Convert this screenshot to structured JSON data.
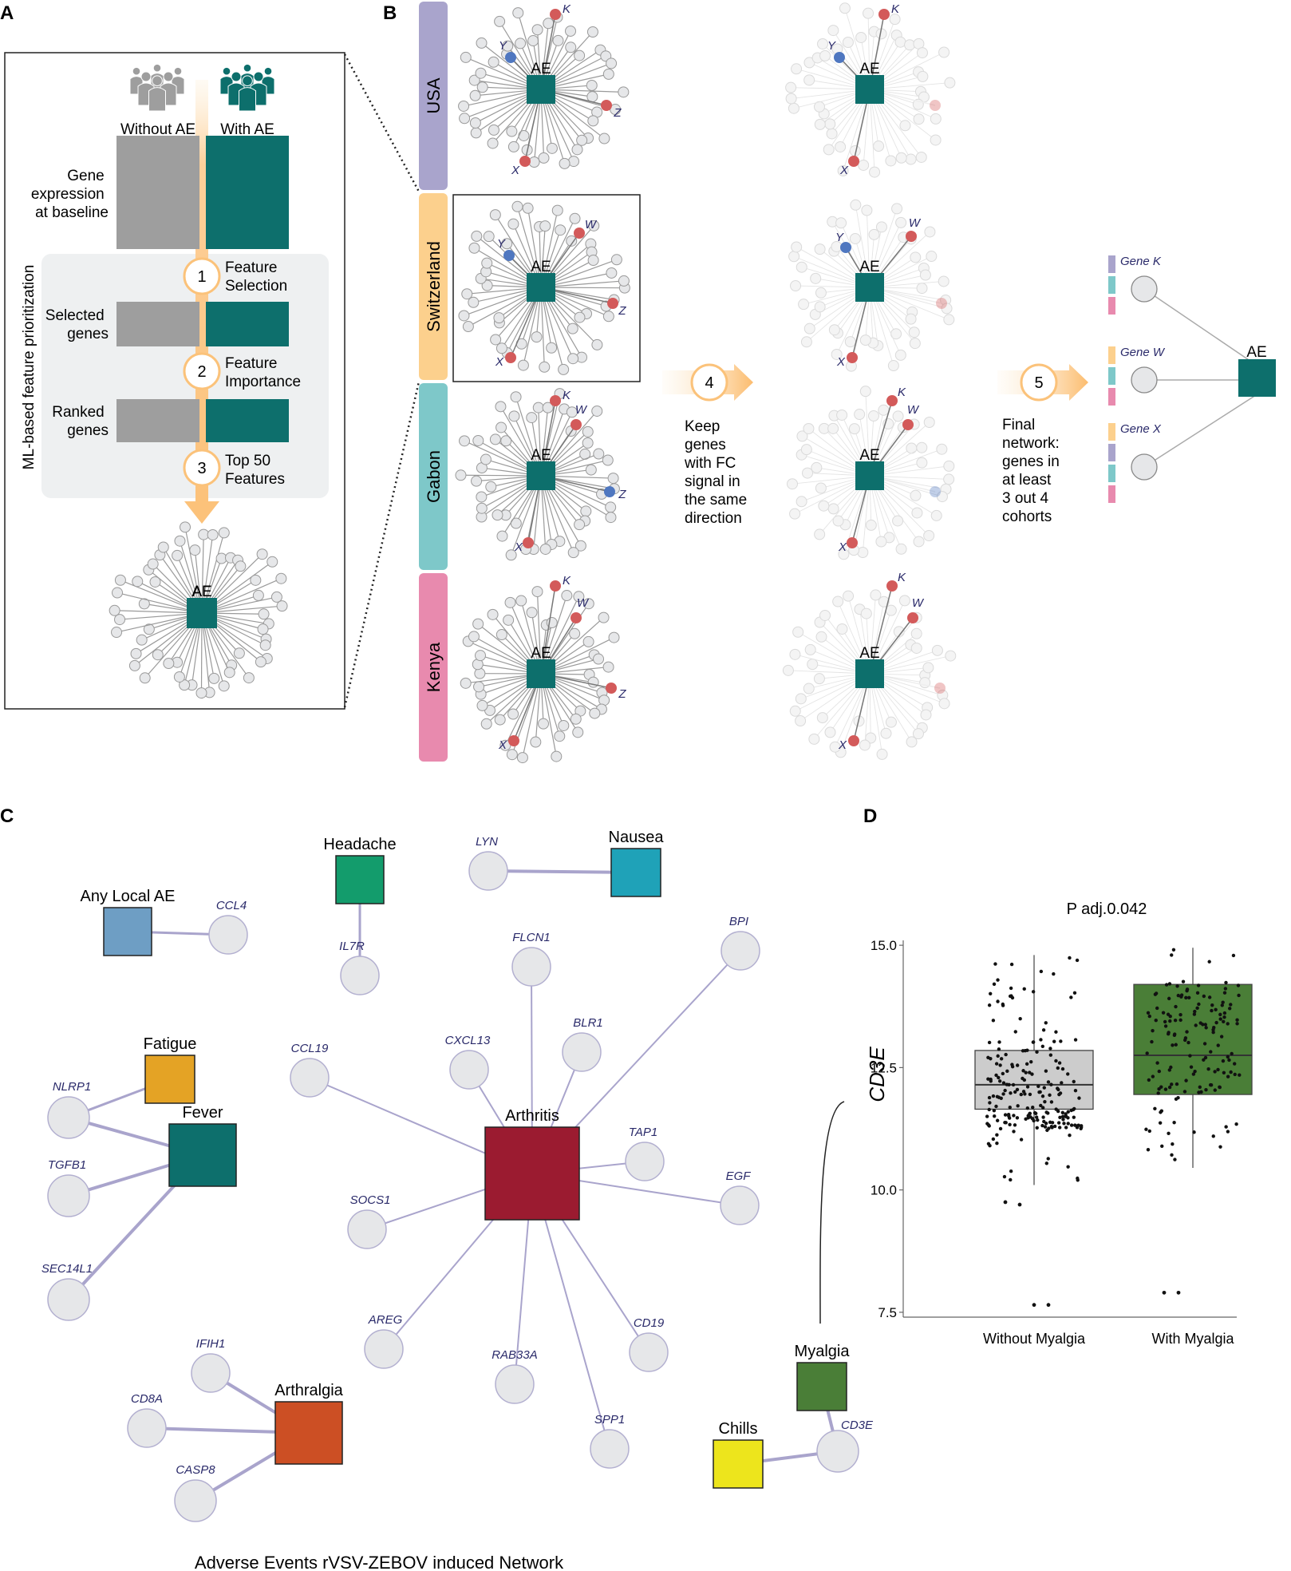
{
  "panelA": {
    "letter": "A",
    "side_label": "ML-based feature prioritization",
    "without_label": "Without AE",
    "with_label": "With AE",
    "gene_expr": [
      "Gene",
      "expression",
      "at baseline"
    ],
    "selected": [
      "Selected",
      "genes"
    ],
    "ranked": [
      "Ranked",
      "genes"
    ],
    "steps": [
      {
        "num": "1",
        "lines": [
          "Feature",
          "Selection"
        ]
      },
      {
        "num": "2",
        "lines": [
          "Feature",
          "Importance"
        ]
      },
      {
        "num": "3",
        "lines": [
          "Top 50",
          "Features"
        ]
      }
    ],
    "ae": "AE"
  },
  "panelB": {
    "letter": "B",
    "cohorts": [
      {
        "name": "USA",
        "color": "#a9a4cc"
      },
      {
        "name": "Switzerland",
        "color": "#fcd08d"
      },
      {
        "name": "Gabon",
        "color": "#7ec8c9"
      },
      {
        "name": "Kenya",
        "color": "#e88aae"
      }
    ],
    "ae": "AE",
    "step4": {
      "num": "4",
      "lines": [
        "Keep",
        "genes",
        "with FC",
        "signal in",
        "the same",
        "direction"
      ]
    },
    "step5": {
      "num": "5",
      "lines": [
        "Final",
        "network:",
        "genes in",
        "at least",
        "3 out 4",
        "cohorts"
      ]
    },
    "gene_labels": {
      "K": "K",
      "Y": "Y",
      "Z": "Z",
      "X": "X",
      "W": "W"
    },
    "final_genes": [
      {
        "label": "Gene K",
        "bars": [
          "#a9a4cc",
          "#7ec8c9",
          "#e88aae"
        ]
      },
      {
        "label": "Gene W",
        "bars": [
          "#fcd08d",
          "#7ec8c9",
          "#e88aae"
        ]
      },
      {
        "label": "Gene X",
        "bars": [
          "#fcd08d",
          "#a9a4cc",
          "#7ec8c9",
          "#e88aae"
        ]
      }
    ]
  },
  "panelC": {
    "letter": "C",
    "caption": "Adverse Events rVSV-ZEBOV induced Network",
    "events": {
      "any_local": {
        "label": "Any Local AE",
        "color": "#6e9ec4"
      },
      "headache": {
        "label": "Headache",
        "color": "#139c6c"
      },
      "nausea": {
        "label": "Nausea",
        "color": "#1fa2b8"
      },
      "fatigue": {
        "label": "Fatigue",
        "color": "#e4a325"
      },
      "fever": {
        "label": "Fever",
        "color": "#0d6f6c"
      },
      "arthritis": {
        "label": "Arthritis",
        "color": "#9b1b30"
      },
      "arthralgia": {
        "label": "Arthralgia",
        "color": "#cc4f24"
      },
      "myalgia": {
        "label": "Myalgia",
        "color": "#4a7e37"
      },
      "chills": {
        "label": "Chills",
        "color": "#ede51c"
      }
    },
    "genes": {
      "CCL4": "CCL4",
      "IL7R": "IL7R",
      "LYN": "LYN",
      "NLRP1": "NLRP1",
      "TGFB1": "TGFB1",
      "SEC14L1": "SEC14L1",
      "FLCN1": "FLCN1",
      "BPI": "BPI",
      "CCL19": "CCL19",
      "CXCL13": "CXCL13",
      "BLR1": "BLR1",
      "TAP1": "TAP1",
      "EGF": "EGF",
      "SOCS1": "SOCS1",
      "AREG": "AREG",
      "RAB33A": "RAB33A",
      "CD19": "CD19",
      "SPP1": "SPP1",
      "IFIH1": "IFIH1",
      "CD8A": "CD8A",
      "CASP8": "CASP8",
      "CD3E": "CD3E"
    }
  },
  "panelD": {
    "letter": "D",
    "title": "P adj.0.042",
    "ylabel": "CD3E",
    "ticks": [
      "15.0",
      "12.5",
      "10.0",
      "7.5"
    ],
    "chart_data": {
      "type": "box",
      "categories": [
        "Without Myalgia",
        "With Myalgia"
      ],
      "ylim": [
        7.4,
        15.1
      ],
      "series": [
        {
          "category": "Without Myalgia",
          "q1": 11.65,
          "median": 12.15,
          "q3": 12.85,
          "whisker_low": 10.1,
          "whisker_high": 14.8,
          "outliers": [
            9.75,
            9.7,
            7.65,
            7.65
          ],
          "color": "#cccccc"
        },
        {
          "category": "With Myalgia",
          "q1": 11.95,
          "median": 12.75,
          "q3": 14.2,
          "whisker_low": 10.45,
          "whisker_high": 14.95,
          "outliers": [
            7.9,
            7.9
          ],
          "color": "#4a7e37"
        }
      ]
    }
  }
}
